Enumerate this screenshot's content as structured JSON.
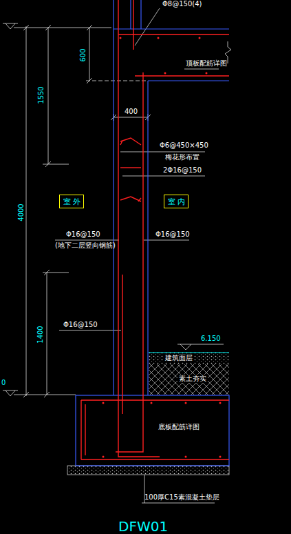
{
  "diagram": {
    "nodes": [
      {
        "text": [
          "室 外"
        ]
      },
      {
        "text": [
          "室 内"
        ]
      }
    ],
    "labels": [
      "Φ8@150(4)",
      "600",
      "1550",
      "4000",
      "1400",
      "0",
      "顶板配筋详图",
      "400",
      "Φ6@450×450",
      "梅花形布置",
      "2Φ16@150",
      "Φ16@150",
      "(地下二层竖向钢筋)",
      "Φ16@150",
      "Φ16@150",
      "6.150",
      "建筑面层",
      "素土夯实",
      "底板配筋详图",
      "100厚C15素混凝土垫层",
      "DFW01"
    ]
  }
}
